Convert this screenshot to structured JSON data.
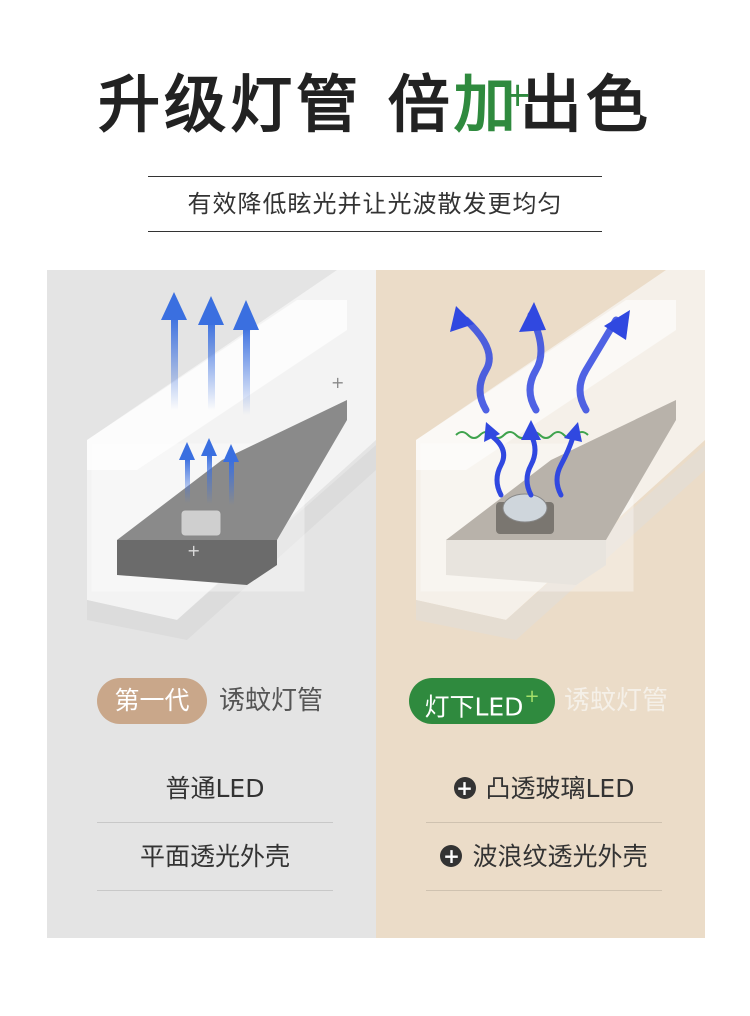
{
  "headline": {
    "part1": "升级灯管",
    "part2": "倍",
    "part3_green": "加",
    "plus_mark": "+",
    "part4": "出色"
  },
  "subtitle": "有效降低眩光并让光波散发更均匀",
  "left_panel": {
    "badge": "第一代",
    "type_label": "诱蚊灯管",
    "features": [
      "普通LED",
      "平面透光外壳"
    ],
    "bg_color": "#e4e4e4",
    "badge_color": "#c9a78a"
  },
  "right_panel": {
    "badge": "灯下LED",
    "badge_plus": "+",
    "type_label": "诱蚊灯管",
    "features": [
      "凸透玻璃LED",
      "波浪纹透光外壳"
    ],
    "feature_icon": "plus-circle-icon",
    "bg_color": "#ebdcc8",
    "badge_color": "#2f8a3e"
  },
  "tube_marks": {
    "plus_symbol": "+"
  }
}
